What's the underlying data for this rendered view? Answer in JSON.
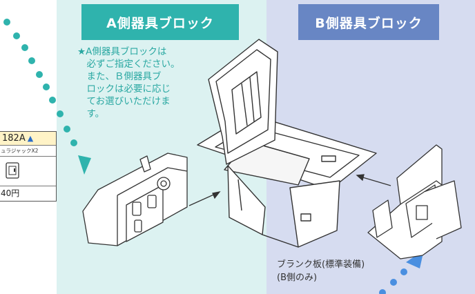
{
  "panels": {
    "a": {
      "header": "A側器具ブロック",
      "color": "#2fb3ad",
      "bg": "#dcf2f1"
    },
    "b": {
      "header": "B側器具ブロック",
      "color": "#6886c4",
      "bg": "#d6dcf0"
    }
  },
  "note": "★A側器具ブロックは\n　必ずご指定ください。\n　また、Ｂ側器具ブ\n　ロックは必要に応じ\n　てお選びいただけま\n　す。",
  "product_card": {
    "code": "182A",
    "code_marker": "▲",
    "subtitle": "ュラジャックX2",
    "price": "40円"
  },
  "caption": "ブランク板(標準装備)\n(B側のみ)",
  "icons": [
    "dotted-arrow-a",
    "dotted-arrow-b",
    "jack-icon"
  ],
  "colors": {
    "arrow_a": "#2fb3ad",
    "arrow_b": "#4a8fe0",
    "accent_yellow": "#fff3c7"
  }
}
